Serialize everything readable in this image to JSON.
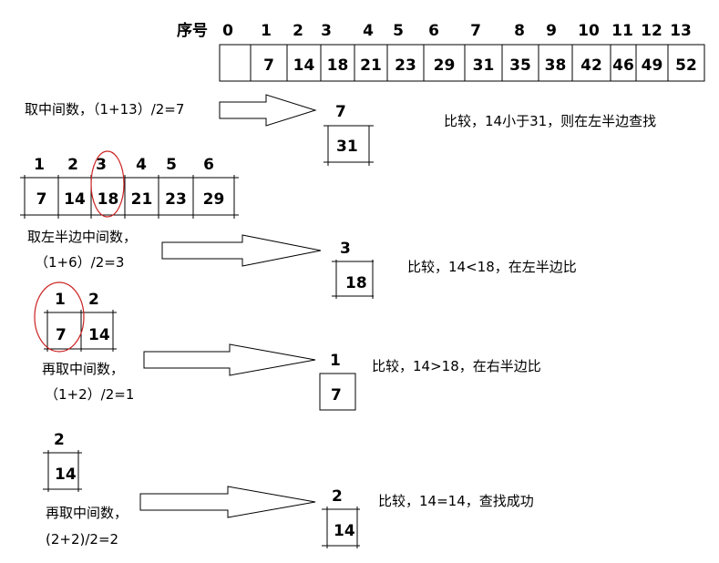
{
  "header": {
    "label": "序号"
  },
  "array": {
    "indices": [
      "0",
      "1",
      "2",
      "3",
      "4",
      "5",
      "6",
      "7",
      "8",
      "9",
      "10",
      "11",
      "12",
      "13"
    ],
    "values": [
      "",
      "7",
      "14",
      "18",
      "21",
      "23",
      "29",
      "31",
      "35",
      "38",
      "42",
      "46",
      "49",
      "52"
    ]
  },
  "step1": {
    "text1": "取中间数，（1+13）/2=7",
    "mid_index": "7",
    "mid_value": "31",
    "result": "比较，14小于31，则在左半边查找"
  },
  "left_array": {
    "indices": [
      "1",
      "2",
      "3",
      "4",
      "5",
      "6"
    ],
    "values": [
      "7",
      "14",
      "18",
      "21",
      "23",
      "29"
    ]
  },
  "step2": {
    "text1": "取左半边中间数，",
    "text2": "（1+6）/2=3",
    "mid_index": "3",
    "mid_value": "18",
    "result": "比较，14<18，在左半边比"
  },
  "pair_array": {
    "indices": [
      "1",
      "2"
    ],
    "values": [
      "7",
      "14"
    ]
  },
  "step3": {
    "text1": "再取中间数，",
    "text2": "（1+2）/2=1",
    "mid_index": "1",
    "mid_value": "7",
    "result": "比较，14>18，在右半边比"
  },
  "single_array": {
    "indices": [
      "2"
    ],
    "values": [
      "14"
    ]
  },
  "step4": {
    "text1": "再取中间数，",
    "text2": "(2+2)/2=2",
    "mid_index": "2",
    "mid_value": "14",
    "result": "比较，14=14，查找成功"
  },
  "colors": {
    "highlight": "#cc2222",
    "line": "#000000"
  }
}
